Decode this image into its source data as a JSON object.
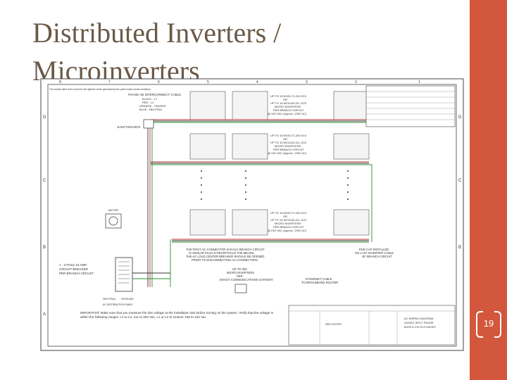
{
  "slide": {
    "title_line1": "Distributed Inverters /",
    "title_line2": "Microinverters",
    "slide_number": "19",
    "accent_color": "#d2573c",
    "title_color": "#6b5a48"
  },
  "diagram": {
    "top_note": "The module rated at the current is the highest current generated by the panel under normal conditions.",
    "cable_label": "PHASE AB INTERCONNECT CABLE",
    "wire_colors": [
      "BLACK - L1",
      "RED - L2",
      "ORANGE - UNUSED",
      "BLUE - NEUTRAL"
    ],
    "junction_box": "JUNCTION BOX",
    "branch_notes": [
      [
        "UP TO 15 M190-72-240-S1X",
        "OR",
        "UP TO 16 M215-60-2LL-S22",
        "MICRO INVERTERS",
        "PER BRANCH CIRCUIT",
        "@ 240 VAC (Approx. 230V AC)"
      ],
      [
        "UP TO 15 M190-72-240-S1X",
        "OR",
        "UP TO 16 M215-60-2LL-S22",
        "MICRO INVERTERS",
        "PER BRANCH CIRCUIT",
        "@ 240 VAC (Approx. 230V AC)"
      ],
      [
        "UP TO 15 M190-72-240-S1X",
        "OR",
        "UP TO 16 M215-60-2LL-S22",
        "MICRO INVERTERS",
        "PER BRANCH CIRCUIT",
        "@ 240 VAC (Approx. 230V AC)"
      ]
    ],
    "meter_label": "METER",
    "breaker_label": [
      "1 - 2 POLE 15 AMP",
      "CIRCUIT BREAKER",
      "PER BRANCH CIRCUIT"
    ],
    "first_connector_note": [
      "THE FIRST AC CONNECTOR IN EACH BRANCH CIRCUIT",
      "IS SIMILAR PLUG & RECEPTACLE THE MEANS",
      "THE AC LOAD CENTER BREAKER SHOULD BE OPENED",
      "PRIOR TO DISCONNECTING AC CONNECTORS"
    ],
    "envoy_label": [
      "UP TO 250",
      "MICRO INVERTERS",
      "PER",
      "ENVOY COMMUNICATIONS GATEWAY"
    ],
    "end_cap_label": [
      "END CAP INSTALLED",
      "ON LAST INVERTER CABLE",
      "OF BRANCH CIRCUIT"
    ],
    "ethernet_label": [
      "ETHERNET CABLE",
      "TO BROADBAND ROUTER"
    ],
    "neutral_ground": [
      "NEUTRAL",
      "GROUND"
    ],
    "load_center": "AC DISTRIBUTION PANEL",
    "important_note": "IMPORTANT: Make sure that you measure the line voltage at the installation site before turning on the system. Verify that the voltage is within the following ranges: L1 to L2: 211 to 264 Vac, L1 or L2 to neutral: 106 to 132 Vac",
    "row_letters": [
      "D",
      "C",
      "B",
      "A"
    ],
    "col_numbers": [
      "8",
      "7",
      "6",
      "5",
      "4",
      "3",
      "2",
      "1"
    ],
    "drawing_title": [
      "AC WIRING DIAGRAM",
      "240VAC SPLIT PHASE",
      "M190 & 215 S1X MICRO"
    ],
    "sheet": "SEE NOTES"
  }
}
